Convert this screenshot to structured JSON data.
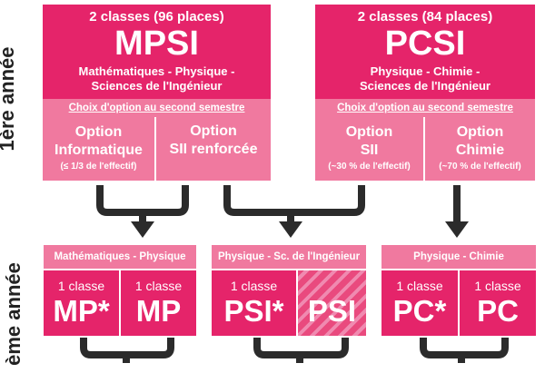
{
  "colors": {
    "dark": "#e5246a",
    "light": "#f0799f",
    "connector": "#2b2b2b",
    "text_dark": "#222222"
  },
  "row_labels": {
    "year1": "1ère année",
    "year2_partial": "ème année"
  },
  "first_year": {
    "mpsi": {
      "capacity": "2 classes (96 places)",
      "name": "MPSI",
      "subjects_line1": "Mathématiques - Physique -",
      "subjects_line2": "Sciences de l'Ingénieur",
      "option_header": "Choix d'option au second semestre",
      "options": [
        {
          "line1": "Option",
          "line2": "Informatique",
          "note": "(≤ 1/3 de l'effectif)"
        },
        {
          "line1": "Option",
          "line2": "SII renforcée",
          "note": ""
        }
      ]
    },
    "pcsi": {
      "capacity": "2 classes (84 places)",
      "name": "PCSI",
      "subjects_line1": "Physique - Chimie -",
      "subjects_line2": "Sciences de l'Ingénieur",
      "option_header": "Choix d'option au second semestre",
      "options": [
        {
          "line1": "Option",
          "line2": "SII",
          "note": "(~30 % de l'effectif)"
        },
        {
          "line1": "Option",
          "line2": "Chimie",
          "note": "(~70 % de l'effectif)"
        }
      ]
    }
  },
  "second_year": {
    "mp": {
      "header": "Mathématiques - Physique",
      "classes": [
        {
          "count": "1 classe",
          "name": "MP*"
        },
        {
          "count": "1 classe",
          "name": "MP"
        }
      ]
    },
    "psi": {
      "header": "Physique - Sc. de l'Ingénieur",
      "classes": [
        {
          "count": "1 classe",
          "name": "PSI*"
        },
        {
          "count": "",
          "name": "PSI"
        }
      ]
    },
    "pc": {
      "header": "Physique - Chimie",
      "classes": [
        {
          "count": "1 classe",
          "name": "PC*"
        },
        {
          "count": "1 classe",
          "name": "PC"
        }
      ]
    }
  }
}
